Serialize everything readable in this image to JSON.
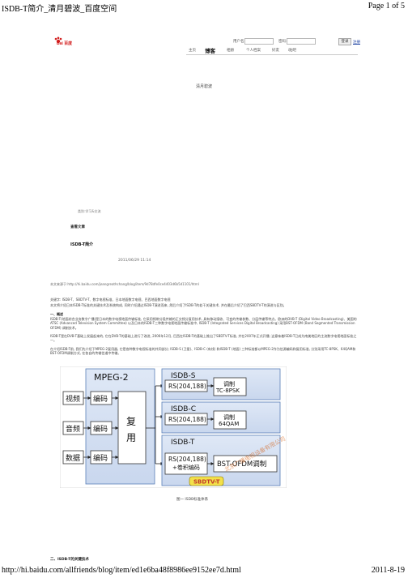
{
  "print": {
    "title": "ISDB-T简介_清月碧波_百度空间",
    "page": "Page 1 of 5",
    "url": "http://hi.baidu.com/allfriends/blog/item/ed1e6ba48f8986ee9152ee7d.html",
    "date": "2011-8-19"
  },
  "logo": {
    "text": "Bai 百度"
  },
  "login": {
    "user_label": "用户名:",
    "pass_label": "密码:",
    "login_button": "登录",
    "register_link": "注册"
  },
  "nav": {
    "items": [
      "主页",
      "博客",
      "相册",
      "个人档案",
      "好友",
      "i贴吧"
    ],
    "active": "博客"
  },
  "space_title": "清月碧波",
  "tags": "类别:学习&交流",
  "section_label": "查看文章",
  "article": {
    "title": "ISDB-T简介",
    "date": "2011/06/29 11:14"
  },
  "source": "本文来源于:http://hi.baidu.com/jeangreathchang/blog/item/9d78dfe0ce4403d6b5d1101/html",
  "paragraphs": [
    "关键字: ISDB-T、SBDTV-T、数字电视标准、日本地面数字电视、巴西地面数字电视",
    "本文将介绍日本ISDB-T标准的关键技术及系统构成, 同时介绍通过ISDB-T演进而来, 然后介绍了ISDB-T的若干关键技术, 并在最后介绍了巴西SBDTV-T的演进与区别。",
    "一、概述",
    "ISDB-T(地面综合业务数字广播)是日本的数字电视地面传输标准, 它采用频带分段传输的正交频分复用技术, 具有移动接收、可变的传输参数、分层传输等特点。欧洲的DVB-T (Digital Video Broadcasting)、美国的ATSC (Advanced Television System Committee) 以及日本的ISDB-T三种数字电视地面传输标准中, ISDB-T (Integrated Services Digital Broadcasting) 采用BST-OFDM (Band Segmented Transmission OFDM) 调制技术。",
    "ISDB-T是在DVB-T基础上发展起来的, 它在DVB-T的基础上进行了改进, 2006年12月, 巴西在ISDB-T的基础上推出了SBDTV-T标准, 并在2007年正式开播; 这意味着ISDB-T已成为南美地区的主流数字电视地面标准之一。",
    "在介绍ISDB-T前, 我们先介绍下MPEG-2复用器, 它是各种数字电视标准的共同部分; ISDB-S (卫星)、ISDB-C (有线) 和ISDB-T (地面) 三种标准都以MPEG-2作为信源编码和复用标准, 分别采用TC-8PSK、64QAM和BST-OFDM调制方式, 在各自的传输信道中传输。"
  ],
  "diagram": {
    "mpeg2": "MPEG-2",
    "video": "视频",
    "audio": "音频",
    "data": "数据",
    "encoder": "编码",
    "mux": "复用",
    "isdb_s": "ISDB-S",
    "isdb_c": "ISDB-C",
    "isdb_t": "ISDB-T",
    "rs": "RS(204,188)",
    "rs_conv": "RS(204,188) + 卷积编码",
    "mod_s1": "调制",
    "mod_s2": "TC-8PSK",
    "mod_c1": "调制",
    "mod_c2": "64QAM",
    "mod_t": "BST-OFDM调制",
    "badge": "SBDTV-T",
    "watermark": "北京广播电视设备有限公司"
  },
  "caption": "图一 ISDB标准体系",
  "bottom_heading": "二、ISDB-T的关键技术"
}
